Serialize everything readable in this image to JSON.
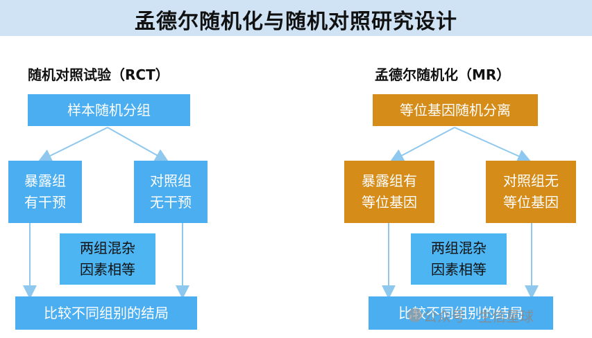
{
  "title": "孟德尔随机化与随机对照研究设计",
  "rct": {
    "heading": "随机对照试验（RCT）",
    "top_box": "样本随机分组",
    "exposed_box": "暴露组\n有干预",
    "control_box": "对照组\n无干预",
    "middle_box": "两组混杂\n因素相等",
    "bottom_box": "比较不同组别的结局"
  },
  "mr": {
    "heading": "孟德尔随机化（MR）",
    "top_box": "等位基因随机分离",
    "exposed_box": "暴露组有\n等位基因",
    "control_box": "对照组无\n等位基因",
    "middle_box": "两组混杂\n因素相等",
    "bottom_box": "比较不同组别的结局"
  },
  "watermark": "公众号 · 生信星球",
  "colors": {
    "title_bar": "#cfe3f5",
    "blue_box": "#4aaef0",
    "orange_box": "#d58c18",
    "arrow": "#8ec8ee"
  }
}
